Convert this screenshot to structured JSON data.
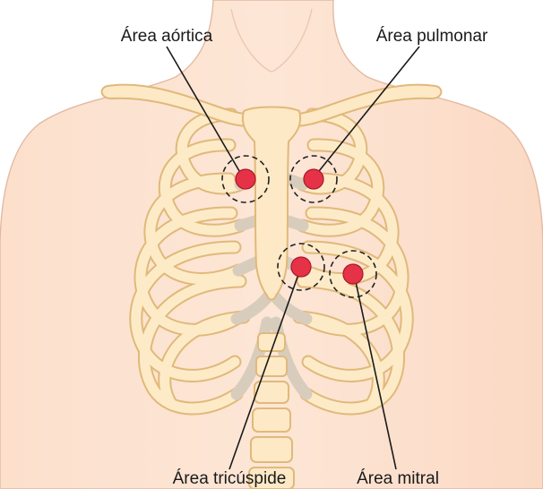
{
  "labels": {
    "aortic": "Área aórtica",
    "pulmonary": "Área pulmonar",
    "tricuspid": "Área tricúspide",
    "mitral": "Área mitral"
  },
  "colors": {
    "skin": "#fde2cf",
    "bone": "#fde9c6",
    "bone_outline": "#e0b97a",
    "cartilage": "#d8cdbd",
    "auscultation_point": "#e63246"
  }
}
